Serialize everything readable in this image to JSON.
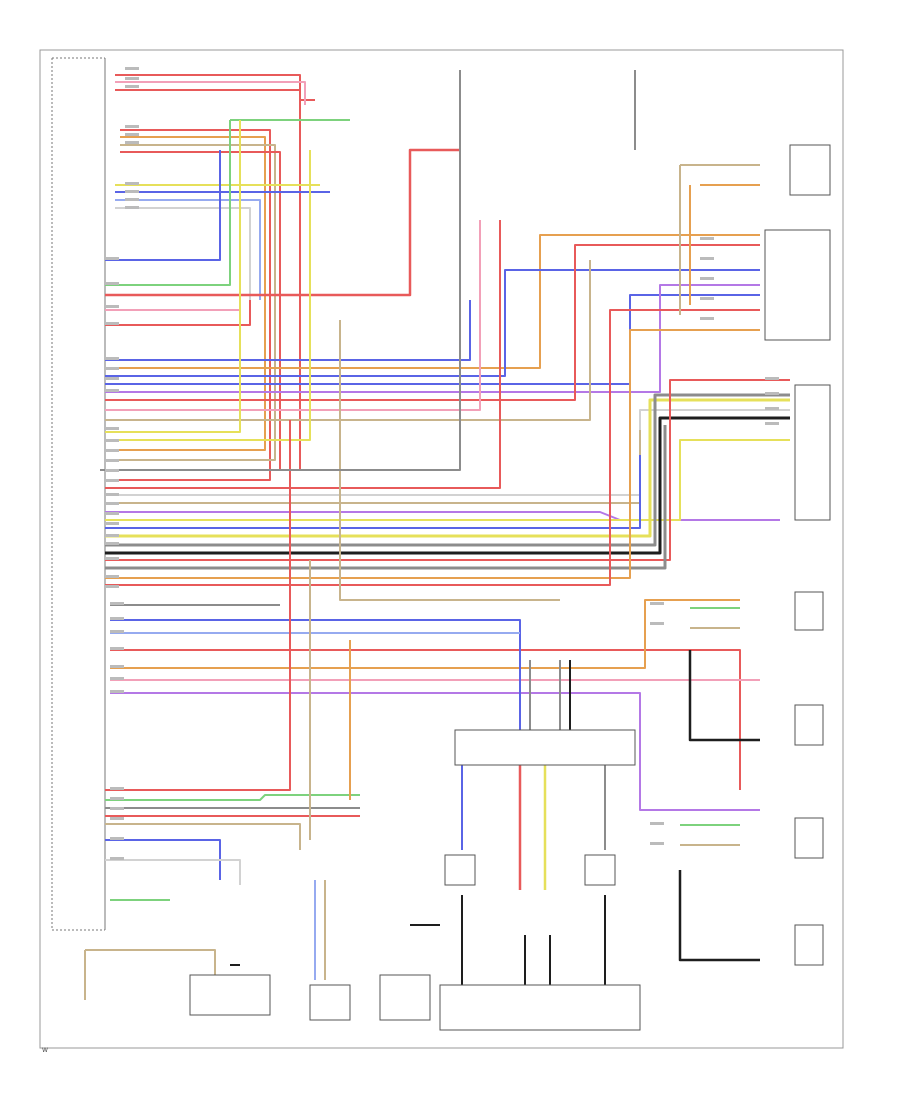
{
  "diagram": {
    "footer_code": "W",
    "colors": {
      "red": "#e85a5a",
      "pink": "#f2a0b8",
      "green": "#7dd27d",
      "blue": "#5a64e6",
      "yellow": "#e6e05a",
      "orange": "#e6a050",
      "tan": "#c8b48c",
      "gray": "#8c8c8c",
      "black": "#1e1e1e",
      "violet": "#b478e6",
      "light_blue": "#96aaf0",
      "white": "#d2d2d2"
    },
    "components": [
      {
        "id": "audio-control-module",
        "label": ""
      },
      {
        "id": "navigation-control-module",
        "label": ""
      },
      {
        "id": "hifi-junction-panel",
        "label": ""
      },
      {
        "id": "right-rear-speaker-connector",
        "label": ""
      },
      {
        "id": "left-rear-speaker-connector",
        "label": ""
      },
      {
        "id": "right-front-speaker",
        "label": ""
      },
      {
        "id": "left-front-speaker",
        "label": ""
      },
      {
        "id": "antenna-amplifier",
        "label": ""
      },
      {
        "id": "subwoofer-speaker",
        "label": ""
      },
      {
        "id": "left-frequency-sound-unit",
        "label": ""
      },
      {
        "id": "central-control-unit",
        "label": ""
      }
    ]
  }
}
